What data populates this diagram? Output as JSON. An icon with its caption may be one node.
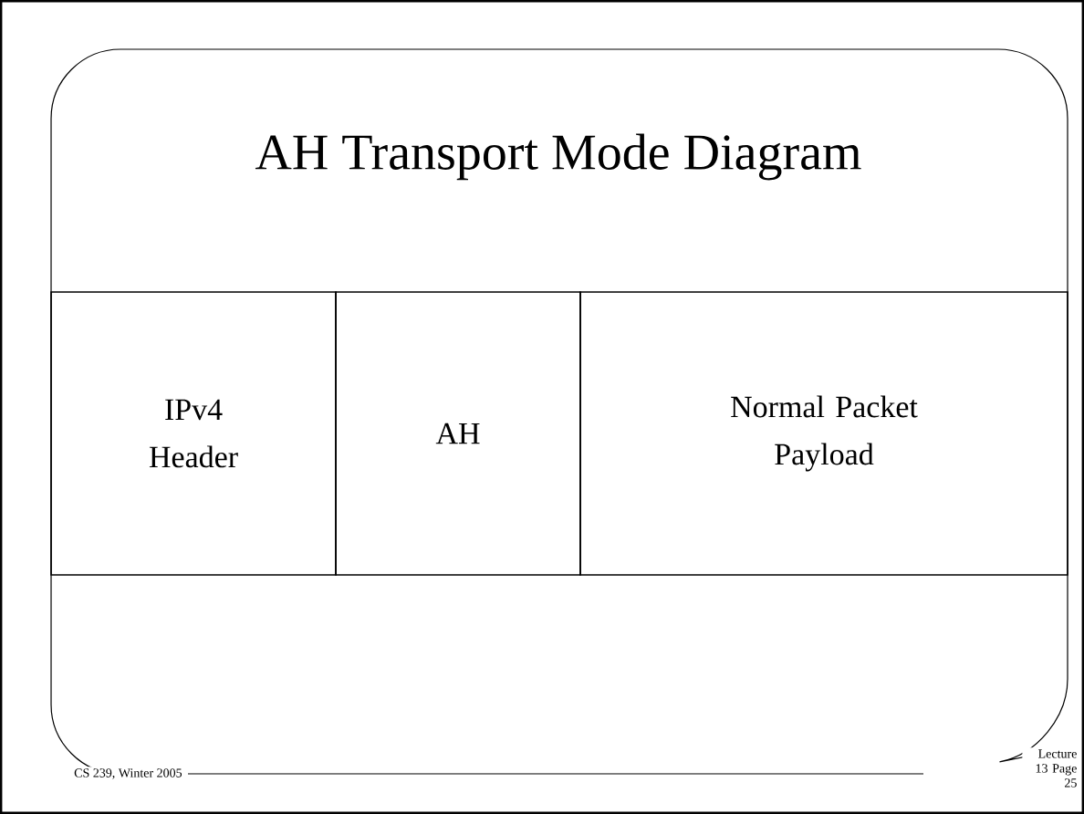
{
  "diagram": {
    "title": "AH Transport Mode Diagram",
    "nodes": [
      {
        "text": [
          "IPv4 Header"
        ]
      },
      {
        "text": [
          "AH"
        ]
      },
      {
        "text": [
          "Normal Packet Payload"
        ]
      }
    ],
    "labels": [
      "CS 239, Winter 2005",
      "Lecture 13 Page 25"
    ]
  }
}
